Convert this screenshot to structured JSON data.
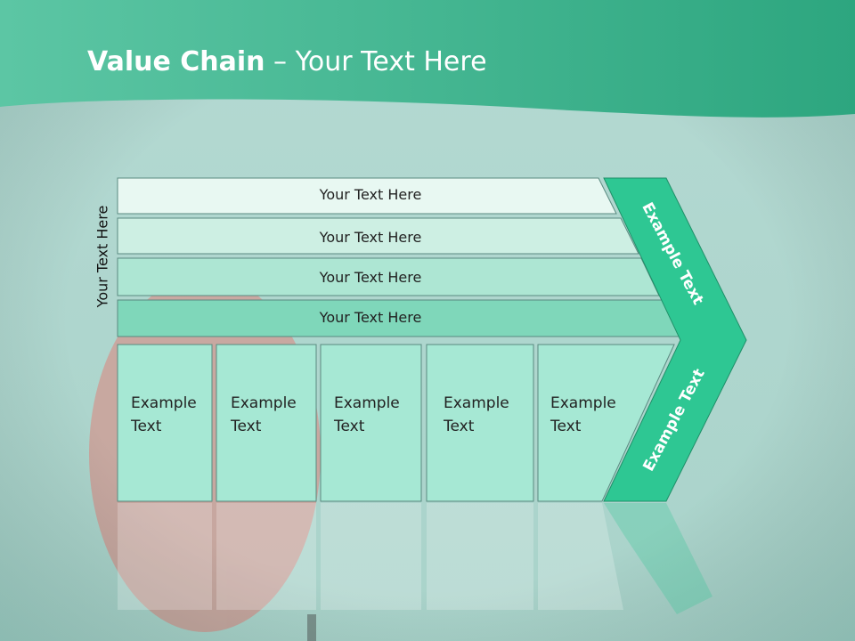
{
  "title": {
    "bold": "Value Chain",
    "rest": " – Your Text Here"
  },
  "side_label": "Your Text Here",
  "bars": [
    {
      "label": "Your Text Here"
    },
    {
      "label": "Your Text Here"
    },
    {
      "label": "Your Text Here"
    },
    {
      "label": "Your Text Here"
    }
  ],
  "columns": [
    {
      "line1": "Example",
      "line2": "Text"
    },
    {
      "line1": "Example",
      "line2": "Text"
    },
    {
      "line1": "Example",
      "line2": "Text"
    },
    {
      "line1": "Example",
      "line2": "Text"
    },
    {
      "line1": "Example",
      "line2": "Text"
    }
  ],
  "chevron": {
    "upper": "Example Text",
    "lower": "Example Text"
  },
  "colors": {
    "header": "#3cbf95",
    "chevron": "#2ec793",
    "bar_fills": [
      "#e8f8f2",
      "#cdefe3",
      "#ade6d3",
      "#7fd7ba"
    ],
    "column_fill": "#a6e8d4"
  }
}
